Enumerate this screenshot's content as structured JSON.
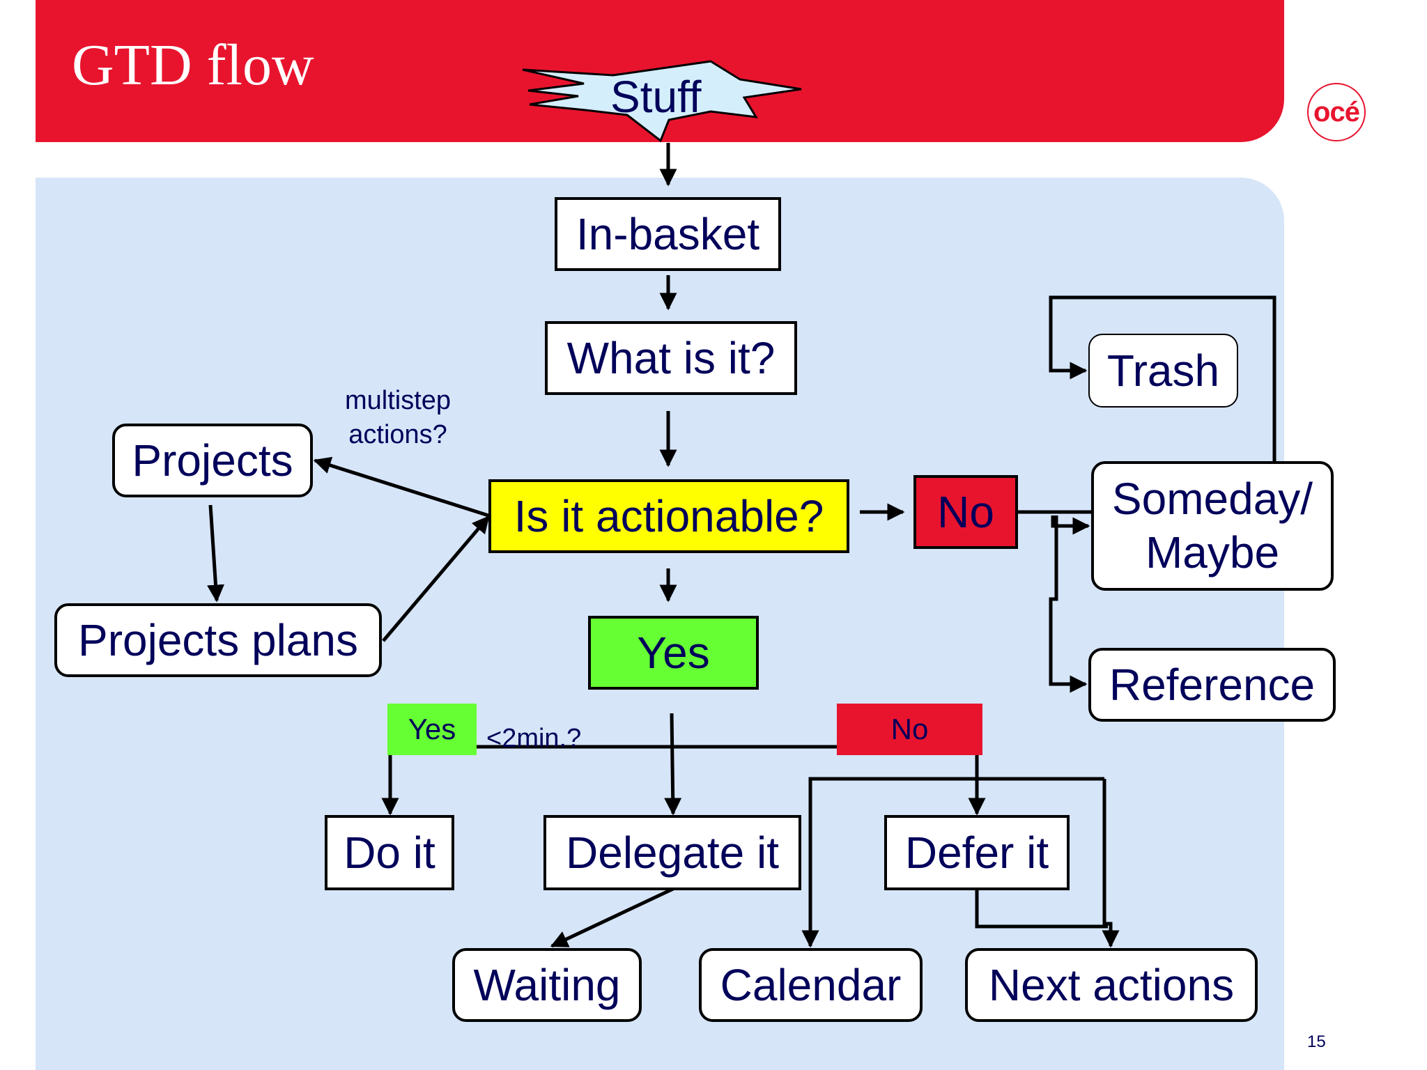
{
  "header": {
    "title": "GTD flow",
    "logo_text": "océ"
  },
  "colors": {
    "header_red": "#e8142e",
    "canvas_blue": "#d6e5f8",
    "text_navy": "#00005a",
    "yellow": "#ffff00",
    "green": "#66ff33",
    "red": "#e8142e"
  },
  "nodes": {
    "stuff": "Stuff",
    "in_basket": "In-basket",
    "what_is_it": "What is it?",
    "actionable": "Is it actionable?",
    "no": "No",
    "yes": "Yes",
    "trash": "Trash",
    "someday": "Someday/",
    "maybe": "Maybe",
    "reference": "Reference",
    "projects": "Projects",
    "projects_plans": "Projects plans",
    "do_it": "Do it",
    "delegate_it": "Delegate it",
    "defer_it": "Defer it",
    "waiting": "Waiting",
    "calendar": "Calendar",
    "next_actions": "Next actions"
  },
  "labels": {
    "multistep_line1": "multistep",
    "multistep_line2": "actions?",
    "two_min": "<2min.?",
    "yes_tag": "Yes",
    "no_tag": "No"
  },
  "page_number": "15"
}
